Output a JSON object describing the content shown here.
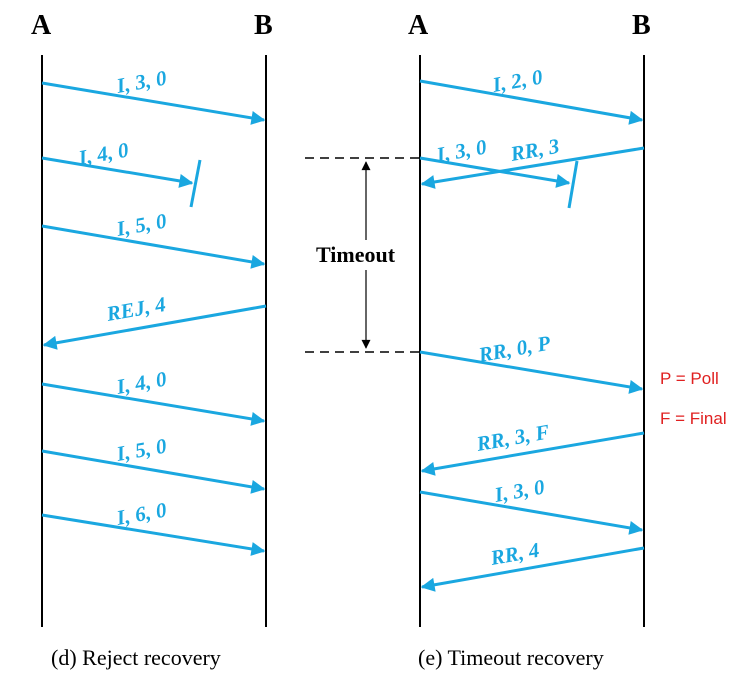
{
  "colors": {
    "arrow": "#1aa7e0",
    "line": "#000000",
    "legend": "#e02020"
  },
  "panel_d": {
    "node_a": "A",
    "node_b": "B",
    "caption": "(d) Reject recovery",
    "messages": [
      "I, 3, 0",
      "I, 4, 0",
      "I, 5, 0",
      "REJ, 4",
      "I, 4, 0",
      "I, 5, 0",
      "I, 6, 0"
    ]
  },
  "panel_e": {
    "node_a": "A",
    "node_b": "B",
    "caption": "(e) Timeout recovery",
    "timeout_label": "Timeout",
    "messages": [
      "I, 2, 0",
      "I, 3, 0",
      "RR, 3",
      "RR, 0, P",
      "RR, 3, F",
      "I, 3, 0",
      "RR, 4"
    ]
  },
  "legend": {
    "poll": "P = Poll",
    "final": "F = Final"
  }
}
